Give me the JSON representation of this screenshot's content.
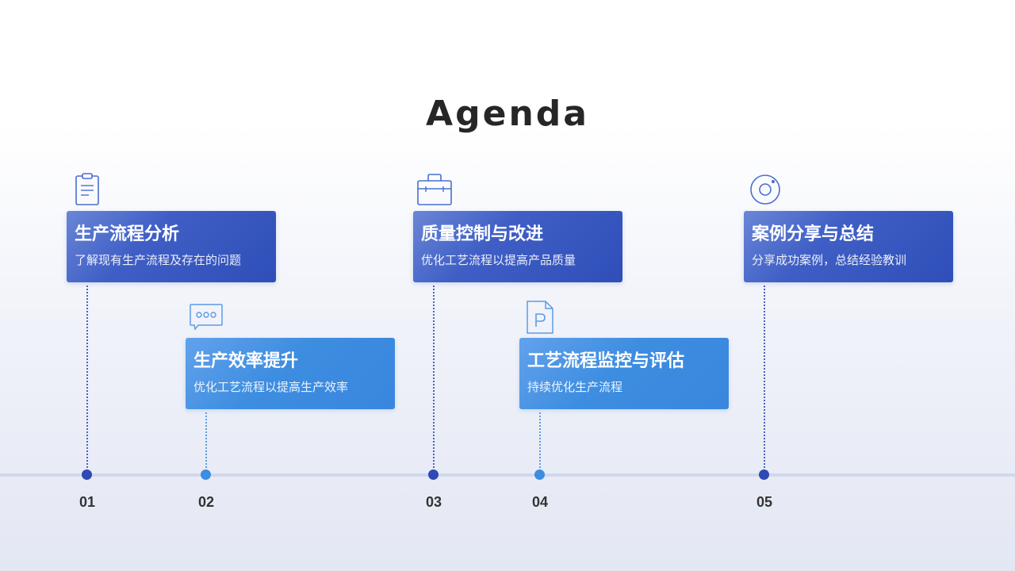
{
  "title": "Agenda",
  "items": [
    {
      "number": "01",
      "title": "生产流程分析",
      "subtitle": "了解现有生产流程及存在的问题",
      "icon": "clipboard-icon"
    },
    {
      "number": "02",
      "title": "生产效率提升",
      "subtitle": "优化工艺流程以提高生产效率",
      "icon": "chat-bubble-icon"
    },
    {
      "number": "03",
      "title": "质量控制与改进",
      "subtitle": "优化工艺流程以提高产品质量",
      "icon": "briefcase-icon"
    },
    {
      "number": "04",
      "title": "工艺流程监控与评估",
      "subtitle": "持续优化生产流程",
      "icon": "document-p-icon"
    },
    {
      "number": "05",
      "title": "案例分享与总结",
      "subtitle": "分享成功案例，总结经验教训",
      "icon": "target-icon"
    }
  ],
  "colors": {
    "dark": "#2f4eb8",
    "light": "#3d8de0",
    "axis": "#d1d8ec"
  }
}
